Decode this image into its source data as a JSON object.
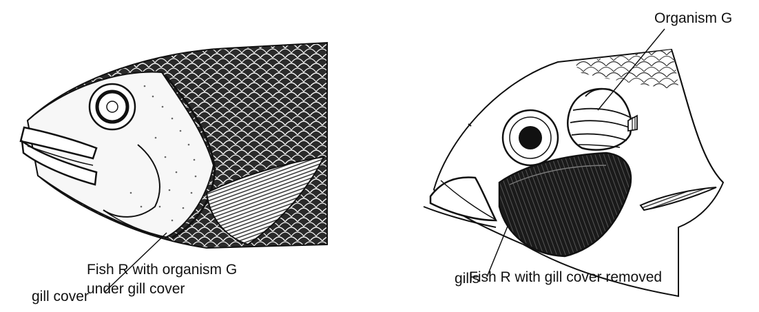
{
  "left_panel": {
    "label_gill_cover": "gill cover",
    "caption_lines": [
      "Fish R with organism G",
      "under gill cover"
    ]
  },
  "right_panel": {
    "label_organism": "Organism G",
    "label_gills": "gills",
    "caption": "Fish R with gill cover removed"
  }
}
